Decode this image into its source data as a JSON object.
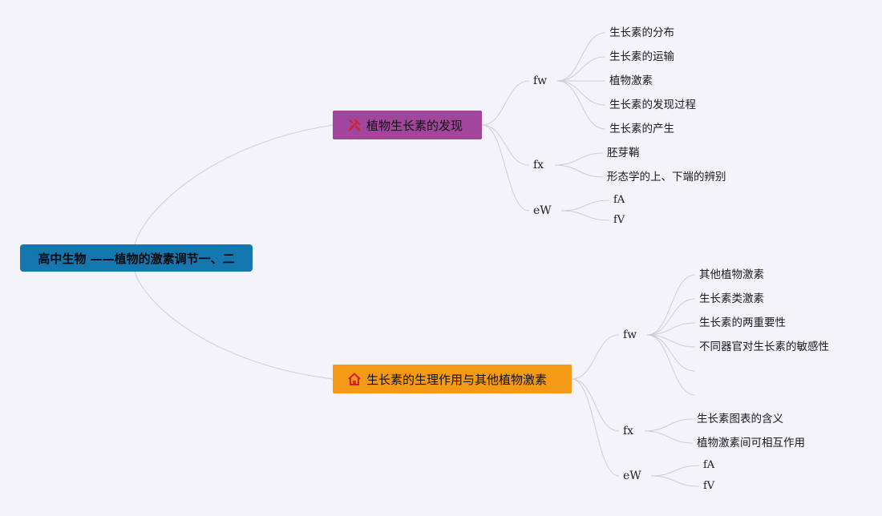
{
  "root": {
    "label": "高中生物 ——植物的激素调节一、二",
    "color": "#1577b0"
  },
  "branches": [
    {
      "label": "植物生长素的发现",
      "icon": "tools-icon",
      "color": "#a2459c",
      "subs": [
        {
          "label": "fw",
          "leaves": [
            "生长素的分布",
            "生长素的运输",
            "植物激素",
            "生长素的发现过程",
            "生长素的产生"
          ]
        },
        {
          "label": "fx",
          "leaves": [
            "胚芽鞘",
            "形态学的上、下端的辨别"
          ]
        },
        {
          "label": "eW",
          "leaves": [
            "fA",
            "fV"
          ]
        }
      ]
    },
    {
      "label": "生长素的生理作用与其他植物激素",
      "icon": "home-icon",
      "color": "#f49a16",
      "subs": [
        {
          "label": "fw",
          "leaves": [
            "其他植物激素",
            "生长素类激素",
            "生长素的两重要性",
            "不同器官对生长素的敏感性",
            "",
            ""
          ]
        },
        {
          "label": "fx",
          "leaves": [
            "生长素图表的含义",
            "植物激素间可相互作用"
          ]
        },
        {
          "label": "eW",
          "leaves": [
            "fA",
            "fV"
          ]
        }
      ]
    }
  ]
}
